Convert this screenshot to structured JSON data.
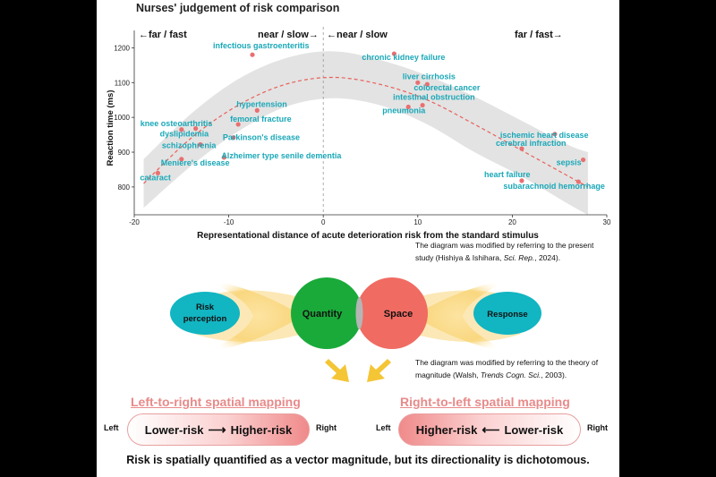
{
  "chart_data": {
    "type": "scatter",
    "title": "Nurses' judgement of risk comparison",
    "xlabel": "Representational distance of acute deterioration risk from the standard stimulus",
    "ylabel": "Reaction time (ms)",
    "xlim": [
      -20,
      30
    ],
    "ylim": [
      720,
      1250
    ],
    "xticks": [
      "-20",
      "-10",
      "0",
      "10",
      "20",
      "30"
    ],
    "yticks": [
      "800",
      "900",
      "1000",
      "1100",
      "1200"
    ],
    "grid": false,
    "region_labels": [
      "←far / fast",
      "near / slow→",
      "←near / slow",
      "far / fast→"
    ],
    "points": [
      {
        "label": "infectious gastroenteritis",
        "x": -7.5,
        "y": 1180
      },
      {
        "label": "chronic kidney failure",
        "x": 7.5,
        "y": 1183
      },
      {
        "label": "liver cirrhosis",
        "x": 10,
        "y": 1100
      },
      {
        "label": "colorectal cancer",
        "x": 11,
        "y": 1095
      },
      {
        "label": "intestinal obstruction",
        "x": 10.5,
        "y": 1035
      },
      {
        "label": "pneumonia",
        "x": 9,
        "y": 1030
      },
      {
        "label": "hypertension",
        "x": -7,
        "y": 1020
      },
      {
        "label": "femoral fracture",
        "x": -9,
        "y": 980
      },
      {
        "label": "knee osteoarthritis",
        "x": -15,
        "y": 965
      },
      {
        "label": "dyslipidemia",
        "x": -13.5,
        "y": 968
      },
      {
        "label": "Parkinson's disease",
        "x": -9.5,
        "y": 942
      },
      {
        "label": "schizophrenia",
        "x": -13,
        "y": 922
      },
      {
        "label": "Alzheimer type senile dementia",
        "x": -10.5,
        "y": 885
      },
      {
        "label": "Meniere's disease",
        "x": -15,
        "y": 880
      },
      {
        "label": "cataract",
        "x": -17.5,
        "y": 840
      },
      {
        "label": "ischemic heart disease",
        "x": 24.5,
        "y": 952
      },
      {
        "label": "cerebral infraction",
        "x": 21,
        "y": 910
      },
      {
        "label": "sepsis",
        "x": 27.5,
        "y": 878
      },
      {
        "label": "heart failure",
        "x": 21,
        "y": 818
      },
      {
        "label": "subarachnoid hemorrhage",
        "x": 27,
        "y": 815
      }
    ],
    "fit_curve": [
      [
        -19,
        810
      ],
      [
        -14,
        940
      ],
      [
        -9,
        1035
      ],
      [
        -4,
        1095
      ],
      [
        1,
        1115
      ],
      [
        6,
        1095
      ],
      [
        11,
        1050
      ],
      [
        16,
        980
      ],
      [
        21,
        905
      ],
      [
        26,
        830
      ],
      [
        28,
        800
      ]
    ],
    "ci_band": [
      [
        -19,
        740,
        880
      ],
      [
        -14,
        860,
        1010
      ],
      [
        -9,
        960,
        1110
      ],
      [
        -4,
        1030,
        1170
      ],
      [
        1,
        1055,
        1190
      ],
      [
        6,
        1035,
        1165
      ],
      [
        11,
        980,
        1120
      ],
      [
        16,
        900,
        1060
      ],
      [
        21,
        830,
        990
      ],
      [
        26,
        750,
        920
      ],
      [
        28,
        720,
        900
      ]
    ]
  },
  "chart_note": {
    "text": "The diagram was modified by referring to the present study (Hishiya & Ishihara, ",
    "journal": "Sci. Rep.",
    "year": ", 2024)."
  },
  "model": {
    "risk_perception": "Risk perception",
    "quantity": "Quantity",
    "space": "Space",
    "response": "Response",
    "note_text": "The diagram was modified by referring to the theory of magnitude (Walsh, ",
    "note_journal": "Trends Cogn. Sci.",
    "note_year": ", 2003)."
  },
  "mapping": {
    "left_title": "Left-to-right spatial mapping",
    "right_title": "Right-to-left spatial mapping",
    "left_label": "Left",
    "right_label": "Right",
    "lower_risk": "Lower-risk",
    "higher_risk": "Higher-risk"
  },
  "conclusion": "Risk is spatially quantified as a vector magnitude, but its directionality is dichotomous.",
  "colors": {
    "quantity": "#1aaa3a",
    "space": "#f06b62",
    "ellipse": "#12b5c2",
    "label": "#1aa8b8",
    "point": "#e87070",
    "curve": "#e8605a",
    "band": "#e3e3e3",
    "glow": "#f7c24a",
    "mapping_title": "#e88a8a"
  }
}
